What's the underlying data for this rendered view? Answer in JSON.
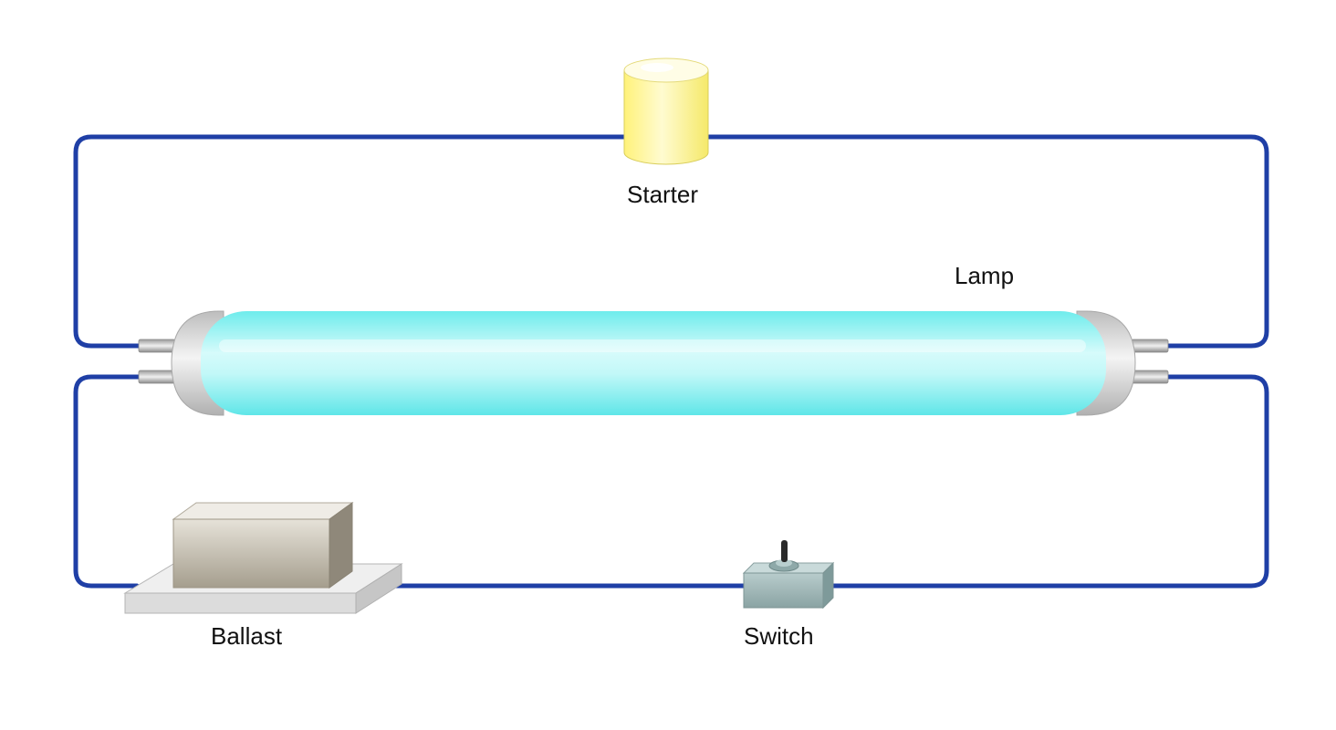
{
  "labels": {
    "starter": "Starter",
    "lamp": "Lamp",
    "ballast": "Ballast",
    "switch": "Switch"
  },
  "colors": {
    "wire": "#1f3fa6",
    "tube_glow": "#8ef2f2",
    "tube_cap": "#d9d9d9",
    "starter": "#fff59a",
    "ballast": "#b5ae9f",
    "switch": "#9db3b3"
  }
}
